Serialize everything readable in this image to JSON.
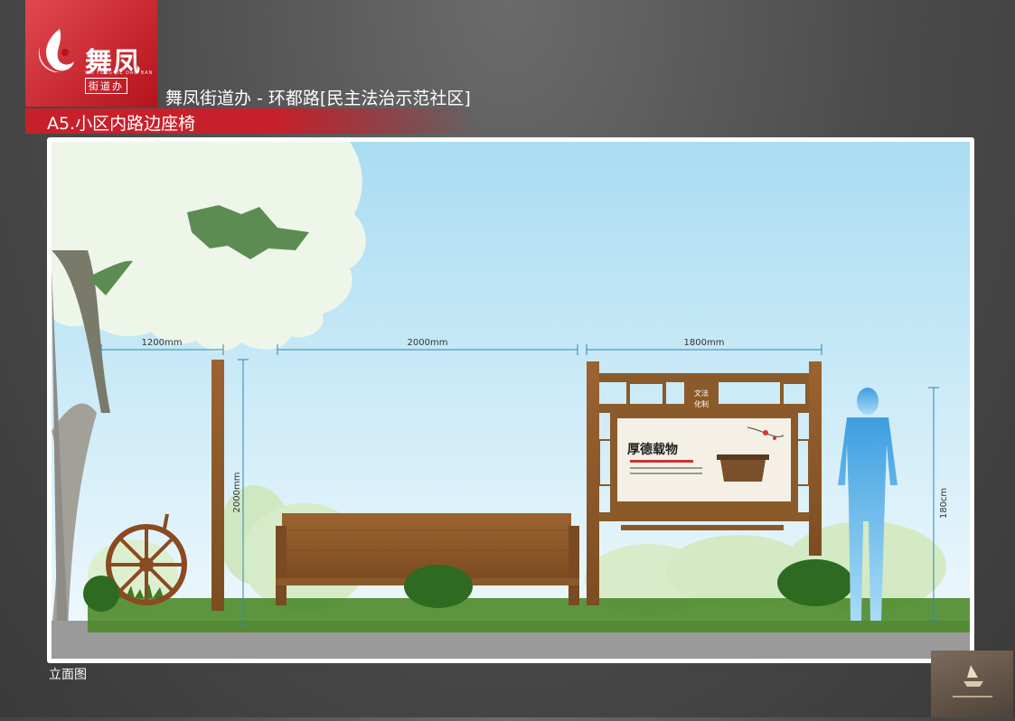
{
  "brand": {
    "name": "舞凤",
    "pinyin": "WU FENG JIE DAO BAN",
    "subtitle": "街道办"
  },
  "header": {
    "title": "舞凤街道办 - 环都路[民主法治示范社区]"
  },
  "section": {
    "title": "A5.小区内路边座椅"
  },
  "drawing": {
    "dim_width_1": "1200mm",
    "dim_width_2": "2000mm",
    "dim_width_3": "1800mm",
    "dim_height_post": "2000mm",
    "dim_height_person": "180cm",
    "board_top_label_1": "文法",
    "board_top_label_2": "化制",
    "poster_title": "厚德载物"
  },
  "caption": "立面图",
  "colors": {
    "brand_red": "#c8202b",
    "wood": "#8a5a2b",
    "sky": "#cfeaf6",
    "grass": "#4e8a2a",
    "person": "#4aa8e6",
    "dimension": "#2a8ab5"
  }
}
